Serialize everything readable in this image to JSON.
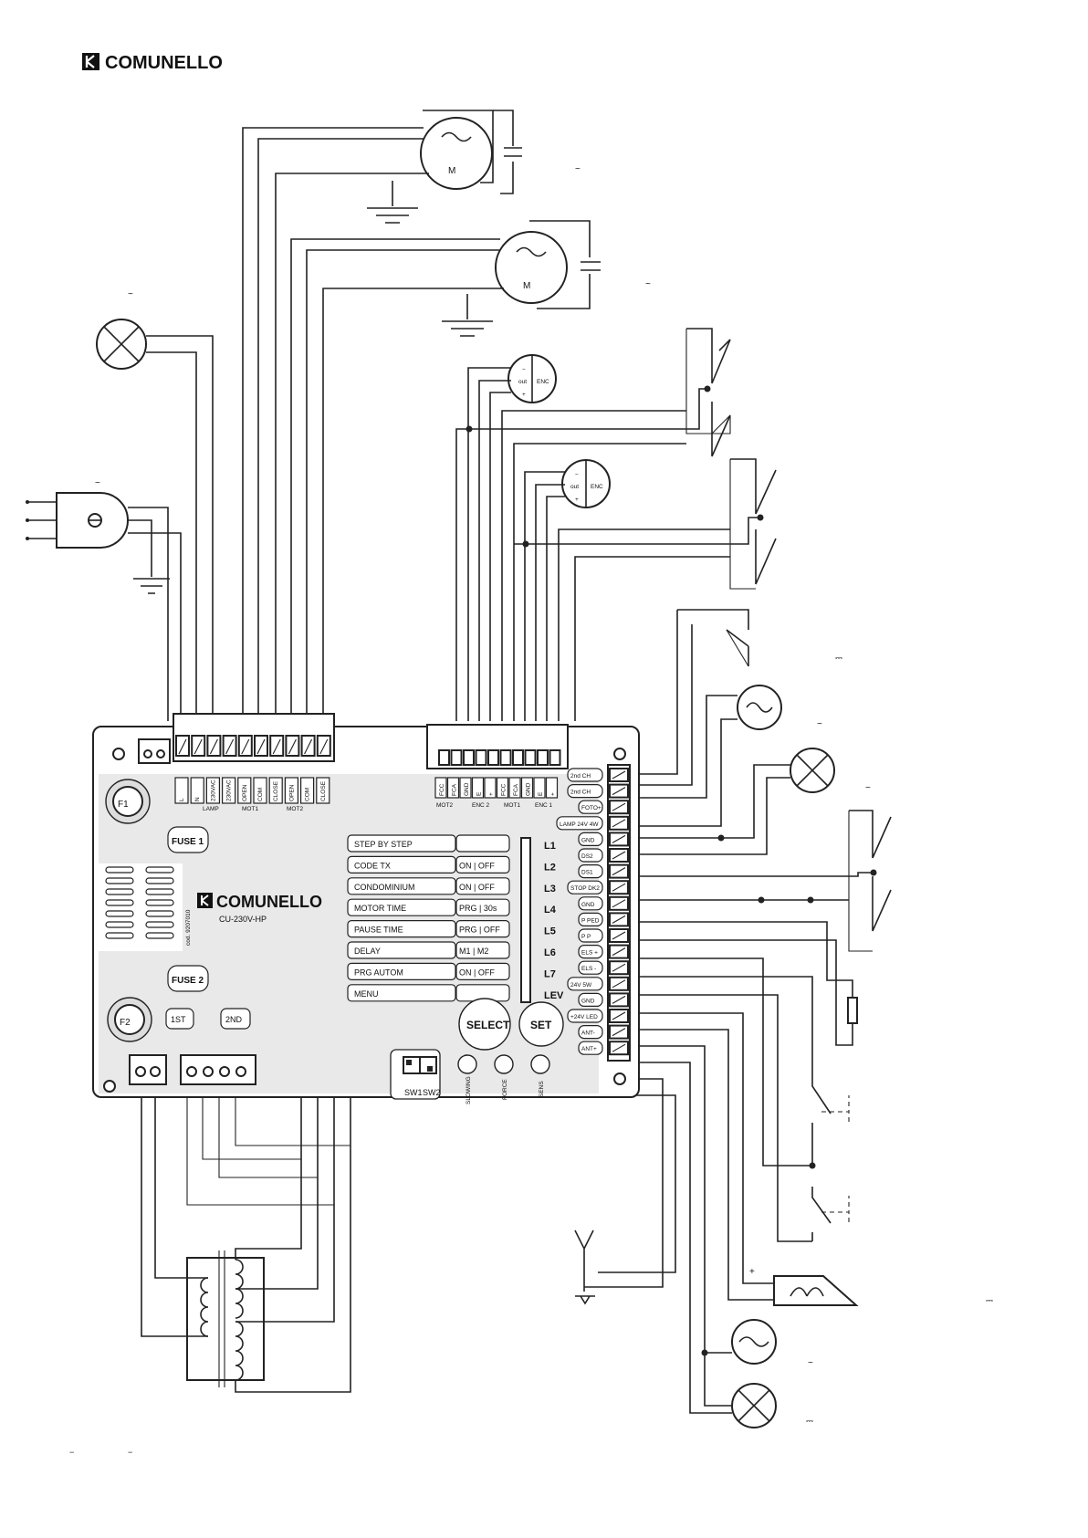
{
  "brand": {
    "logo_text": "COMUNELLO",
    "model": "CU-230V-HP",
    "code": "cod. 9207010"
  },
  "board": {
    "fuses": [
      "F1",
      "F2"
    ],
    "fuse_buttons": [
      "FUSE 1",
      "FUSE 2"
    ],
    "top_left_terminals": [
      "L",
      "N",
      "230VAC",
      "230VAC",
      "OPEN",
      "COM",
      "CLOSE",
      "OPEN",
      "COM",
      "CLOSE"
    ],
    "top_left_groups": [
      "LAMP",
      "MOT1",
      "MOT2"
    ],
    "top_right_terminals": [
      "FCC",
      "FCA",
      "GND",
      "E",
      "+",
      "FCC",
      "FCA",
      "GND",
      "E",
      "+"
    ],
    "top_right_groups": [
      "MOT2",
      "ENC 2",
      "MOT1",
      "ENC 1"
    ],
    "menu": [
      {
        "label": "STEP BY STEP",
        "value": "",
        "led": "L1"
      },
      {
        "label": "CODE TX",
        "value": "ON | OFF",
        "led": "L2"
      },
      {
        "label": "CONDOMINIUM",
        "value": "ON | OFF",
        "led": "L3"
      },
      {
        "label": "MOTOR TIME",
        "value": "PRG | 30s",
        "led": "L4"
      },
      {
        "label": "PAUSE TIME",
        "value": "PRG | OFF",
        "led": "L5"
      },
      {
        "label": "DELAY",
        "value": "M1 | M2",
        "led": "L6"
      },
      {
        "label": "PRG AUTOM",
        "value": "ON | OFF",
        "led": "L7"
      },
      {
        "label": "MENU",
        "value": "",
        "led": "LEV"
      }
    ],
    "buttons": [
      "SELECT",
      "SET"
    ],
    "switches": [
      "SW1",
      "SW2"
    ],
    "trimmers": [
      "SLOWING",
      "FORCE",
      "SENS"
    ],
    "transformer_taps": [
      "1ST",
      "2ND"
    ],
    "right_terminals": [
      "2nd CH",
      "2nd CH",
      "FOTO+",
      "LAMP 24V 4W",
      "GND",
      "DS2",
      "DS1",
      "STOP DK2",
      "GND",
      "P PED",
      "P P",
      "ELS +",
      "ELS -",
      "24V 5W",
      "GND",
      "+24V LED",
      "ANT-",
      "ANT+"
    ]
  },
  "motors": [
    "M",
    "M"
  ],
  "encoders": [
    {
      "out": "out",
      "enc": "ENC"
    },
    {
      "out": "out",
      "enc": "ENC"
    }
  ],
  "symbols": {
    "ac": "~",
    "dc": "⎓",
    "plus": "+",
    "minus": "−"
  }
}
